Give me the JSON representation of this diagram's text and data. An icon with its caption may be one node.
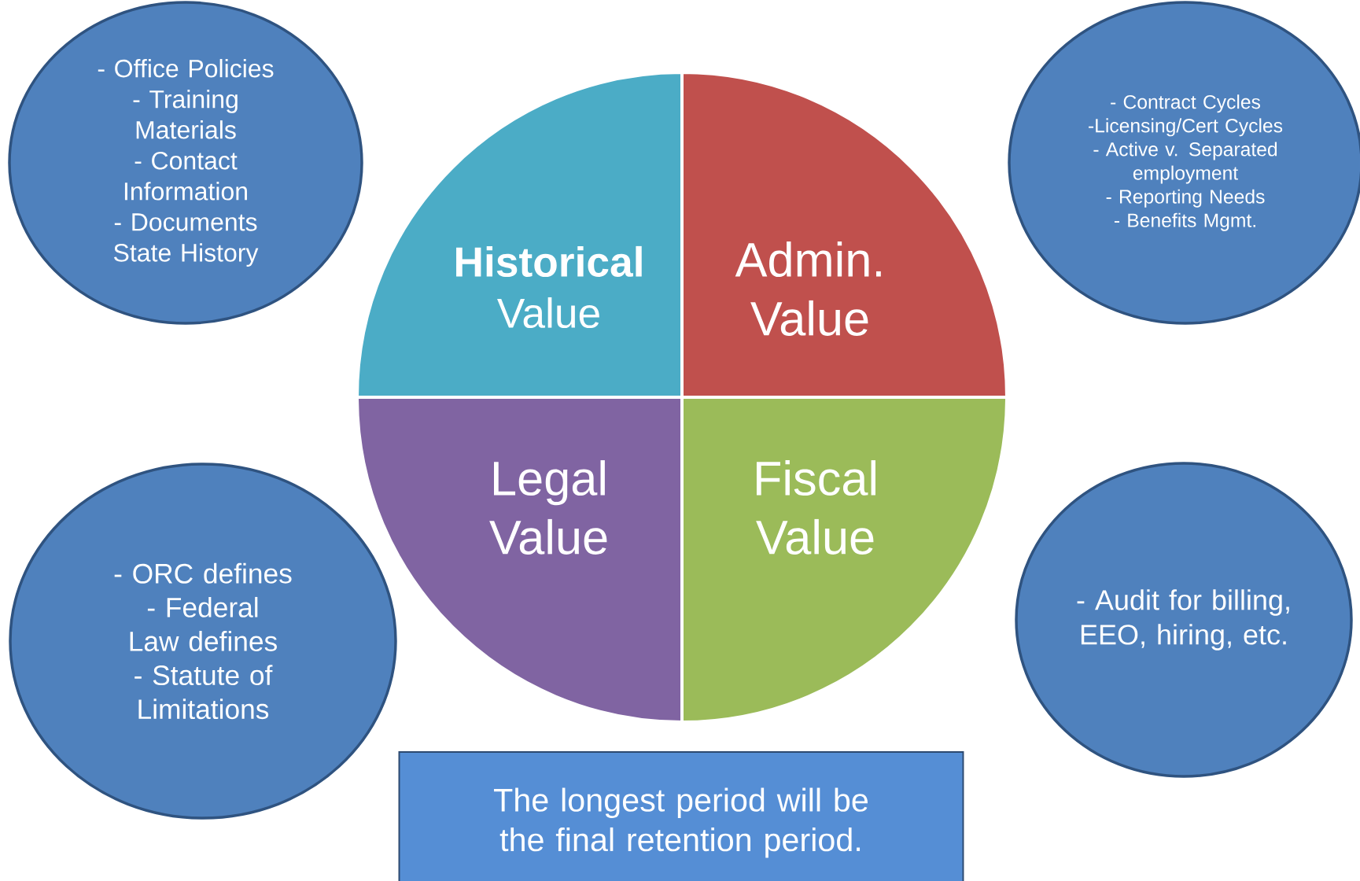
{
  "diagram": {
    "nodes": [
      {
        "text": [
          "- Office Policies",
          "- Training Materials",
          "- Contact Information",
          "- Documents State History"
        ]
      },
      {
        "text": [
          "- Contract Cycles",
          "-Licensing/Cert Cycles",
          "- Active v. Separated employment",
          "- Reporting Needs",
          "- Benefits Mgmt."
        ]
      },
      {
        "text": [
          "**Historical** Value"
        ]
      },
      {
        "text": [
          "Admin. Value"
        ]
      },
      {
        "text": [
          "Legal Value"
        ]
      },
      {
        "text": [
          "Fiscal Value"
        ]
      },
      {
        "text": [
          "- ORC defines",
          "- Federal Law defines",
          "- Statute of Limitations"
        ]
      },
      {
        "text": [
          "- Audit for billing, EEO, hiring, etc."
        ]
      },
      {
        "text": [
          "The longest period will be the final retention period."
        ]
      }
    ]
  }
}
